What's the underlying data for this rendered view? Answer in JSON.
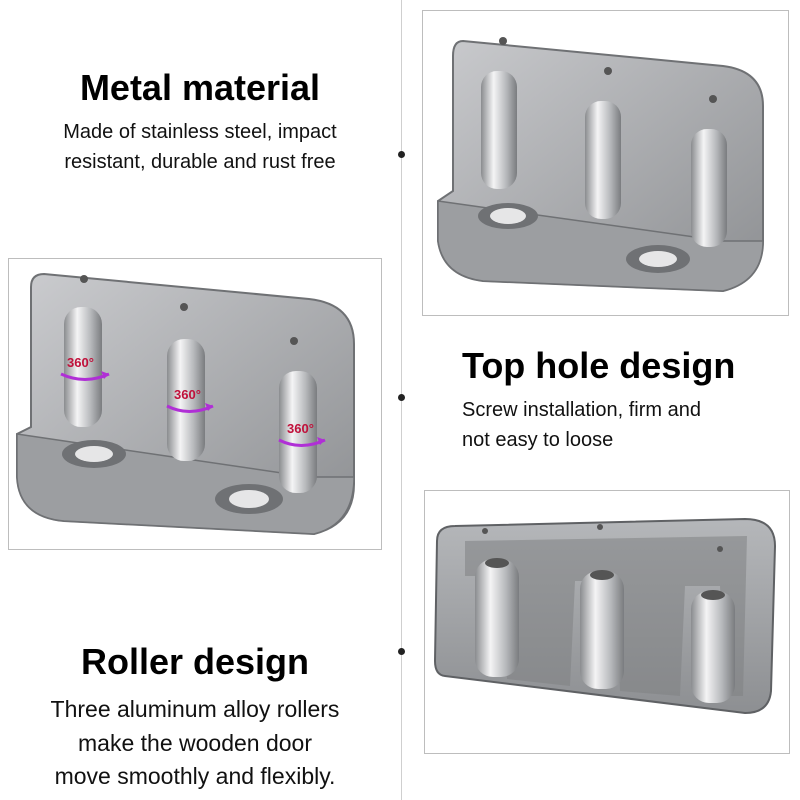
{
  "features": {
    "metal": {
      "title": "Metal material",
      "line1": "Made of stainless steel, impact",
      "line2": "resistant, durable and rust free"
    },
    "top_hole": {
      "title": "Top hole design",
      "line1": "Screw installation, firm and",
      "line2": "not easy to loose"
    },
    "roller": {
      "title": "Roller design",
      "line1": "Three aluminum alloy rollers",
      "line2": "make the wooden door",
      "line3": "move smoothly and flexibly."
    }
  },
  "rotation_badge": "360°",
  "colors": {
    "steel_light": "#d9dadc",
    "steel_mid": "#a9abae",
    "steel_dark": "#6f7174",
    "rotation_arrow": "#b02fd6",
    "badge_text": "#c0103a"
  },
  "icons": [
    "rotation-arrow-icon"
  ]
}
